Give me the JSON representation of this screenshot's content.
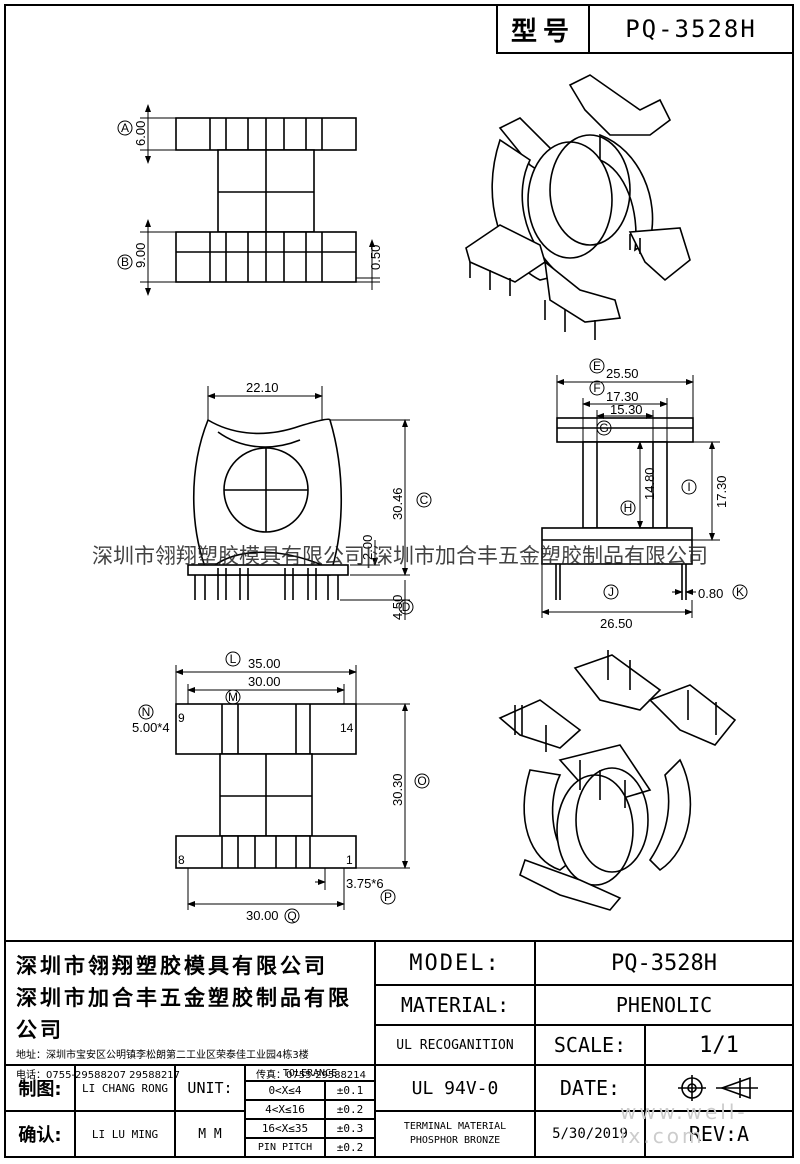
{
  "header": {
    "model_label": "型号",
    "model_value": "PQ-3528H"
  },
  "watermark": "深圳市翎翔塑胶模具有限公司|深圳市加合丰五金塑胶制品有限公司",
  "watermark_site": "www.well-ix.com",
  "views": {
    "top_view": {
      "dims": [
        "6.00",
        "9.00",
        "0.50"
      ],
      "markers": [
        "A",
        "B"
      ]
    },
    "front_view": {
      "dims": [
        "22.10",
        "30.46",
        "2.00",
        "4.50"
      ],
      "markers": [
        "C",
        "D"
      ]
    },
    "side_view": {
      "dims": [
        "25.50",
        "17.30",
        "15.30",
        "14.80",
        "17.30",
        "0.80",
        "26.50"
      ],
      "markers": [
        "E",
        "F",
        "G",
        "H",
        "I",
        "J",
        "K"
      ]
    },
    "bottom_view": {
      "dims": [
        "35.00",
        "30.00",
        "5.00*4",
        "30.30",
        "3.75*6",
        "30.00"
      ],
      "markers": [
        "L",
        "M",
        "N",
        "O",
        "P",
        "Q"
      ],
      "pins": [
        "9",
        "14",
        "8",
        "1"
      ]
    }
  },
  "title_block": {
    "company1": "深圳市翎翔塑胶模具有限公司",
    "company2": "深圳市加合丰五金塑胶制品有限公司",
    "address": "地址：深圳市宝安区公明镇李松朗第二工业区荣泰佳工业园4栋3楼",
    "phone": "电话：0755-29588207  29588217",
    "fax": "传真：0755-29588214",
    "model_label": "MODEL:",
    "model_value": "PQ-3528H",
    "material_label": "MATERIAL:",
    "material_value": "PHENOLIC",
    "ul_label": "UL RECOGANITION",
    "ul_value": "UL 94V-0",
    "scale_label": "SCALE:",
    "scale_value": "1/1",
    "date_label": "DATE:",
    "date_value": "5/30/2019",
    "rev_label": "REV:A",
    "terminal_label1": "TERMINAL MATERIAL",
    "terminal_label2": "PHOSPHOR  BRONZE",
    "drawn_label": "制图:",
    "drawn_by": "LI CHANG RONG",
    "check_label": "确认:",
    "check_by": "LI LU MING",
    "unit_label": "UNIT:",
    "unit_value": "M M",
    "tolerance_title": "TOLERANCE",
    "tolerances": [
      {
        "range": "0<X≤4",
        "value": "±0.1"
      },
      {
        "range": "4<X≤16",
        "value": "±0.2"
      },
      {
        "range": "16<X≤35",
        "value": "±0.3"
      },
      {
        "range": "PIN PITCH",
        "value": "±0.2"
      }
    ]
  }
}
